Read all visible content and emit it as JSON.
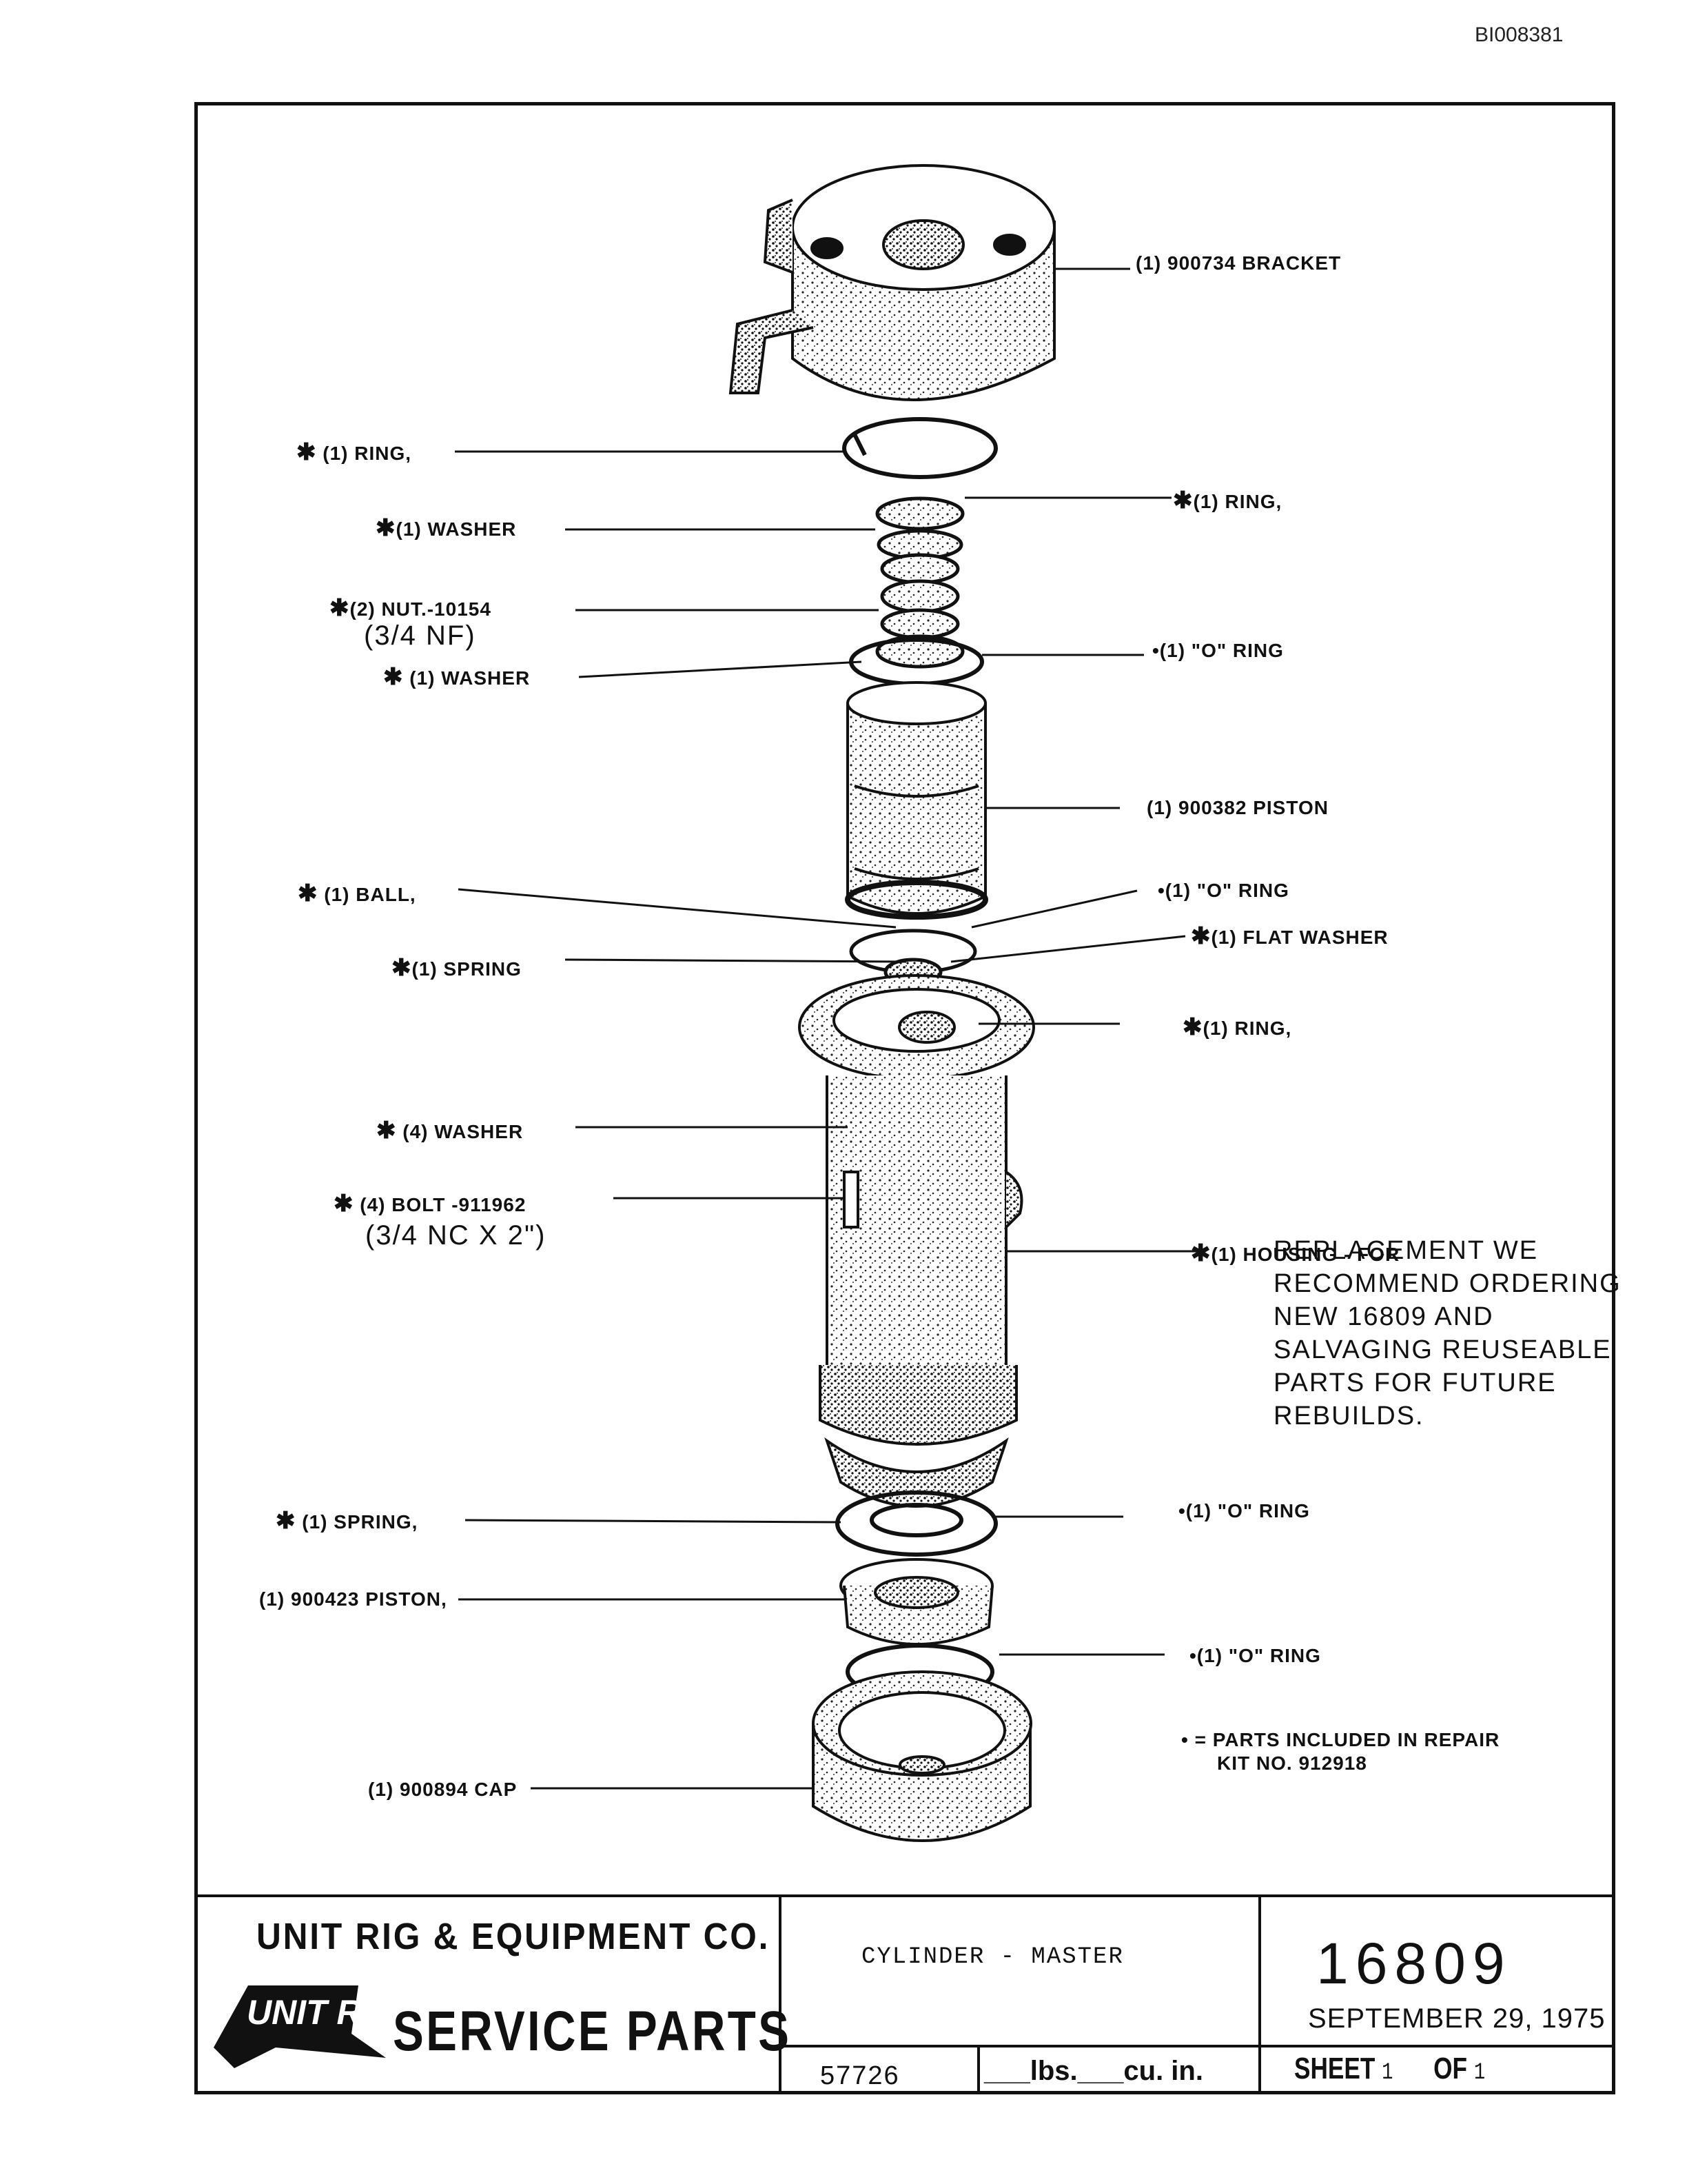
{
  "doc_id": "BI008381",
  "labels": {
    "bracket": "(1) 900734 BRACKET",
    "ring_top_left": "(1) RING,",
    "ring_top_right": "(1) RING,",
    "washer_1": "(1)  WASHER",
    "nut_line1": "(2) NUT.-10154",
    "nut_line2": "(3/4 NF)",
    "washer_2": "(1)  WASHER",
    "o_ring_1": "•(1) \"O\" RING",
    "piston_upper": "(1) 900382 PISTON",
    "ball": "(1)  BALL,",
    "o_ring_2": "•(1) \"O\" RING",
    "flat_washer": "(1)  FLAT WASHER",
    "spring_1": "(1)  SPRING",
    "ring_mid": "(1)  RING,",
    "washer_4": "(4)  WASHER",
    "bolt_line1": "(4) BOLT -911962",
    "bolt_line2": "(3/4 NC X 2\")",
    "housing": "(1)  HOUSING - FOR",
    "housing_note": [
      "REPLACEMENT  WE",
      "RECOMMEND  ORDERING",
      "NEW  16809  AND",
      "SALVAGING  REUSEABLE",
      "PARTS  FOR  FUTURE",
      "REBUILDS."
    ],
    "spring_2": "(1)  SPRING,",
    "o_ring_3": "•(1) \"O\" RING",
    "piston_lower": "(1) 900423 PISTON,",
    "o_ring_4": "•(1) \"O\" RING",
    "cap": "(1) 900894 CAP",
    "repair_kit_line1": "• = PARTS INCLUDED IN REPAIR",
    "repair_kit_line2": "KIT NO. 912918"
  },
  "title_block": {
    "company": "UNIT RIG & EQUIPMENT CO.",
    "logo": "UNIT RIG",
    "service_parts": "SERVICE PARTS",
    "description": "CYLINDER - MASTER",
    "drawing_number": "16809",
    "date": "SEPTEMBER 29, 1975",
    "weight": "57726",
    "lbs_cu": "___lbs.___cu. in.",
    "sheet_label": "SHEET",
    "sheet_num": "1",
    "of_label": "OF",
    "of_num": "1"
  }
}
